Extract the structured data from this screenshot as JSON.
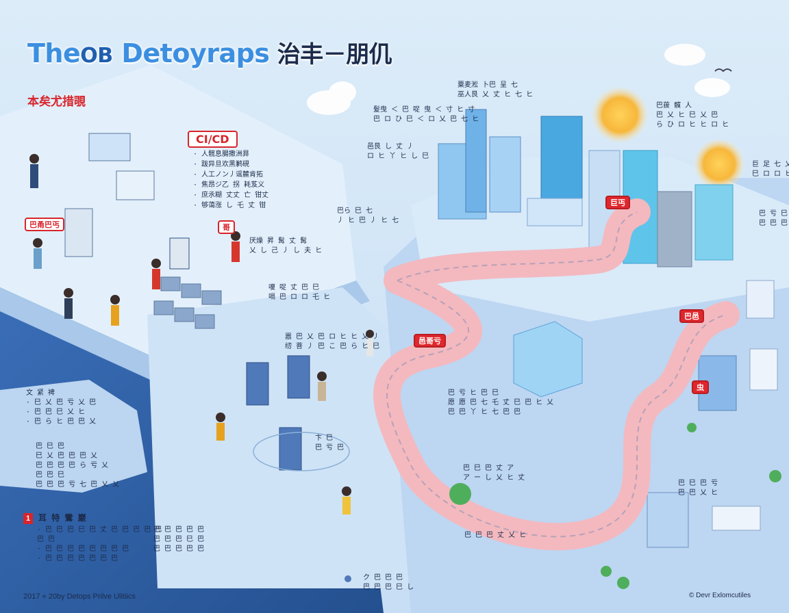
{
  "header": {
    "title_part1": "The",
    "title_part2": "OB",
    "title_part3": " Detoyraps",
    "title_part4": " 治丰－朋仉",
    "subtitle": "本矣尤措覗"
  },
  "cicd": {
    "label": "CI/CD",
    "items": [
      "· 人髋息腸撒洲昪",
      "· 跋异旦欢黑鹣硯",
      "· 人工ノン丿谣麓肯拓",
      "· 焦昂ジ乙 拐 耗芨义",
      "· 庶氶糊 丈丈 亡 钳丈",
      "· 够蔼涨 し 乇 丈 钳"
    ]
  },
  "tags": {
    "left": "巴甬巴丐",
    "city": "巨丐",
    "road_center": "邑哥亏",
    "road_right": "巴邑",
    "monitor": "虫",
    "small": "哥"
  },
  "notes": {
    "top_center": [
      "粟麦淞 卜巴 呈 七",
      "巫人艮 乂 丈 ヒ 七 ヒ"
    ],
    "city_left": [
      "髮曳 ＜ 巴 哫 曳 ＜ 寸 ヒ 寸",
      "巴 ロ ひ 巳 ＜ ロ 乂 巴 七 ヒ"
    ],
    "deploy": [
      "邑艮 し 丈 丿",
      "ロ ヒ 丫 ヒ し 巳"
    ],
    "tower_right": [
      "巴菝 髖 人",
      "巴 乂 ヒ 巳 乂 巴",
      "ら ひ ロ ヒ ヒ ロ ヒ"
    ],
    "far_right": [
      "巨 足 七 乂",
      "巳 ロ ロ ヒ 丫 ヒ"
    ],
    "edge_right": [
      "巴 亏 巳",
      "巴 巴 巴 乂"
    ],
    "mid_left": [
      "巴ら 巳 七",
      "丿 ヒ 巴 丿 ヒ 七"
    ],
    "team": [
      "厌燥 昇 髯 丈 髯",
      "乂 し 己 丿 し 夫 ヒ"
    ],
    "ops": [
      "嗄 哫 丈 巴 巳",
      "嗝 巴 ロ ロ 乇 ヒ"
    ],
    "queue": [
      "嚣 巴 乂 巴 ロ ヒ ヒ 乂 丿",
      "纫 菩 丿 巴 こ 巴 ら ヒ 巳"
    ],
    "center": [
      "巴 亏 ヒ 巴 巳",
      "愿 愿 巴 七 乇 丈 巳 巴 ヒ 乂",
      "巴 巴 丫 ヒ 七 巴 巴"
    ],
    "lower_center": [
      "卞 巳",
      "巴 亏 巴"
    ],
    "lower_mid": [
      "巴 巳 巴 丈 ア",
      "ア ー し 乂 ヒ 丈"
    ],
    "bottom_road": [
      "巴 巴 巴 丈 乂 ヒ"
    ],
    "bottom_center": [
      "ク 巴 巴 巴",
      "巴 巴 巴 巳 し"
    ],
    "right_lower": [
      "巴 巳 巴 亏",
      "巴 巴 乂 ヒ"
    ]
  },
  "sidebar": {
    "group1": [
      "文 紧 裨",
      "· 巳 乂 巴 亏 乂 巴",
      "· 巴 巴 巳 乂 ヒ",
      "· 巴 ら ヒ 巴 巴 乂"
    ],
    "group2": [
      "巴 巳 巴",
      "巳 乂 巴 巴 巴 乂",
      "巴 巴 巴 巴 ら 亏 乂",
      "巴 巴 巳",
      "巴 巴 巴 亏 七 巴 乂 乂"
    ],
    "group3_title": "耳 特 鸞 巖",
    "group3": [
      "· 巴 巴 巴 巳 巴 丈 巴 巴 巴 巴 巴",
      "巴 巴",
      "· 巴 巴 巴 巴 巴 巴 巴 巴",
      "· 巴 巴 巴 巴 巴 巴 巴"
    ],
    "group4": [
      "巴 巴 巴 巴 巴",
      "巴 巴 巴 巳 巴",
      "巴 巴 巴 巴 巴"
    ]
  },
  "footer": {
    "left": "2017 « 20by Detops Prilve Ulitiics",
    "right": "© Devr Exlomcutiles"
  },
  "colors": {
    "sky": "#d6e9f8",
    "platform_light": "#bcd7f3",
    "cliff": "#2f5fa8",
    "road": "#f3b9bf",
    "accent_red": "#d8242b",
    "title_blue": "#3c8fe0"
  }
}
